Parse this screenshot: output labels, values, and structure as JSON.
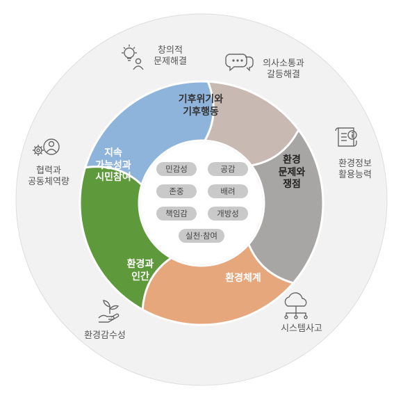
{
  "outer_competencies": [
    {
      "label": "창의적\n문제해결",
      "icon": "lightbulb-person-icon"
    },
    {
      "label": "의사소통과\n갈등해결",
      "icon": "speech-bubbles-icon"
    },
    {
      "label": "환경정보\n활용능력",
      "icon": "document-info-icon"
    },
    {
      "label": "시스템사고",
      "icon": "network-cloud-icon"
    },
    {
      "label": "환경감수성",
      "icon": "hand-plant-icon"
    },
    {
      "label": "협력과\n공동체역량",
      "icon": "gears-person-icon"
    }
  ],
  "segments": [
    {
      "label": "기후위기와\n기후행동",
      "color": "#c8b9b3",
      "text_color": "#333333"
    },
    {
      "label": "환경\n문제와\n쟁점",
      "color": "#a8a6a5",
      "text_color": "#222222"
    },
    {
      "label": "환경체계",
      "color": "#e6a77c",
      "text_color": "#ffffff"
    },
    {
      "label": "환경과\n인간",
      "color": "#5e9a3b",
      "text_color": "#ffffff"
    },
    {
      "label": "지속\n가능성과\n시민참여",
      "color": "#8fb4dc",
      "text_color": "#ffffff"
    }
  ],
  "core_values": [
    "민감성",
    "공감",
    "존중",
    "배려",
    "책임감",
    "개방성",
    "실천·참여"
  ],
  "colors": {
    "outer_circle": "#f2f2f2",
    "outer_text": "#555555",
    "icon": "#666666",
    "pill": "#c9c9c9"
  }
}
